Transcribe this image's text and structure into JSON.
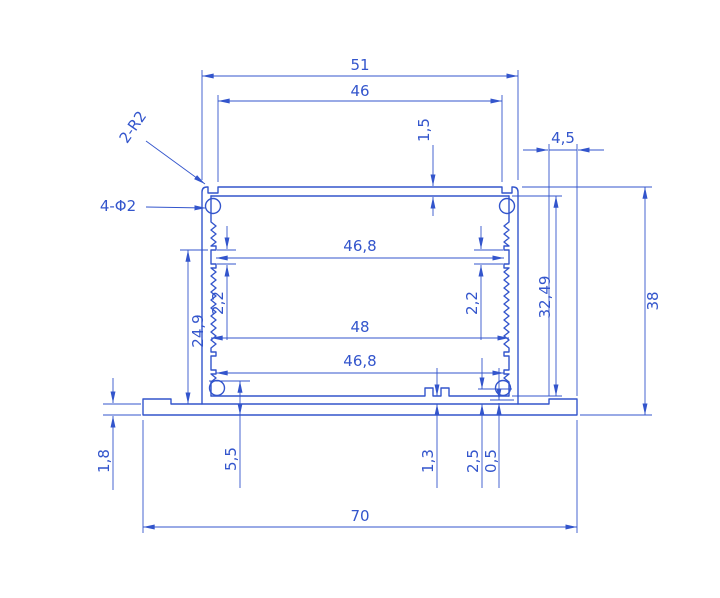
{
  "drawing": {
    "accent_color": "#3355cc",
    "background_color": "#ffffff",
    "kind": "extrusion-profile-section",
    "labels": {
      "width_top": "51",
      "width_opening": "46",
      "top_wall": "1,5",
      "lip": "4,5",
      "corner_note": "2-R2",
      "holes_note": "4-Φ2",
      "slot_width_upper": "46,8",
      "rib_gap_left": "2,2",
      "rib_gap_right": "2,2",
      "cavity_height": "32,49",
      "cavity_width": "48",
      "side_height": "24,9",
      "slot_width_lower": "46,8",
      "overall_height": "38",
      "flange_thickness": "1,8",
      "boss_height": "5,5",
      "bottom_wall": "1,3",
      "boss_center": "2,5",
      "bottom_step": "0,5",
      "overall_width": "70"
    }
  }
}
